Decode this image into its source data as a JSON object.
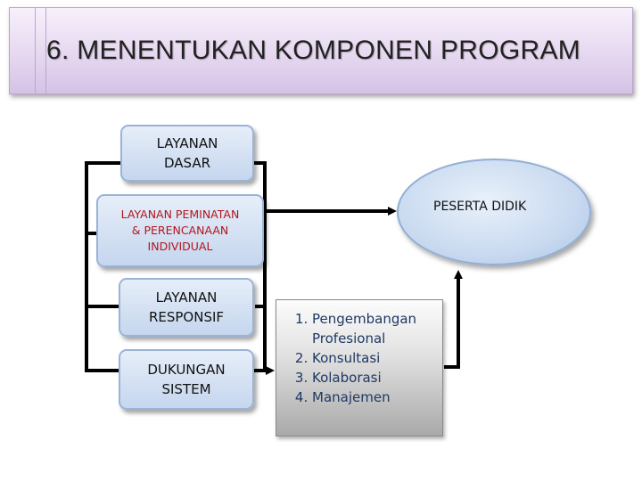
{
  "title": "6. MENENTUKAN KOMPONEN PROGRAM",
  "services": [
    {
      "id": "dasar",
      "label": "LAYANAN\nDASAR"
    },
    {
      "id": "peminatan",
      "label": "LAYANAN PEMINATAN\n& PERENCANAAN\nINDIVIDUAL"
    },
    {
      "id": "responsif",
      "label": "LAYANAN\nRESPONSIF"
    },
    {
      "id": "dukungan",
      "label": "DUKUNGAN\nSISTEM"
    }
  ],
  "target": "PESERTA DIDIK",
  "support_list": [
    "Pengembangan Profesional",
    "Konsultasi",
    "Kolaborasi",
    "Manajemen"
  ],
  "colors": {
    "service_red_text": "#b3151b",
    "list_text": "#1f3864",
    "box_border": "#9bb3d6"
  }
}
